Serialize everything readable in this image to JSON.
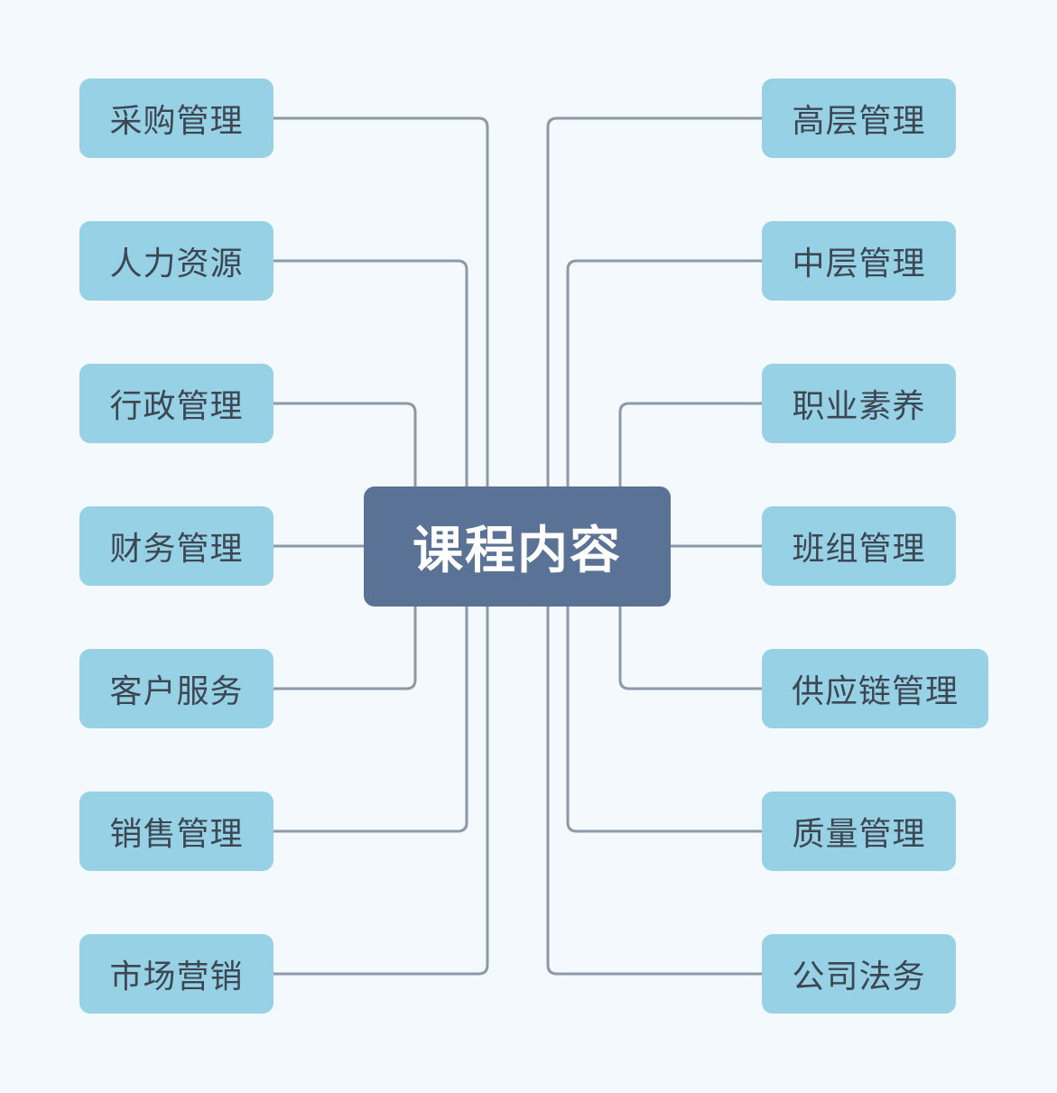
{
  "center": {
    "label": "课程内容"
  },
  "left_topics": [
    {
      "label": "采购管理"
    },
    {
      "label": "人力资源"
    },
    {
      "label": "行政管理"
    },
    {
      "label": "财务管理"
    },
    {
      "label": "客户服务"
    },
    {
      "label": "销售管理"
    },
    {
      "label": "市场营销"
    }
  ],
  "right_topics": [
    {
      "label": "高层管理"
    },
    {
      "label": "中层管理"
    },
    {
      "label": "职业素养"
    },
    {
      "label": "班组管理"
    },
    {
      "label": "供应链管理"
    },
    {
      "label": "质量管理"
    },
    {
      "label": "公司法务"
    }
  ],
  "colors": {
    "background": "#f3f9fd",
    "topic_fill": "#96d1e6",
    "topic_text": "#3d4752",
    "center_fill": "#5b7297",
    "center_text": "#ffffff",
    "connector": "#8b99a8"
  }
}
